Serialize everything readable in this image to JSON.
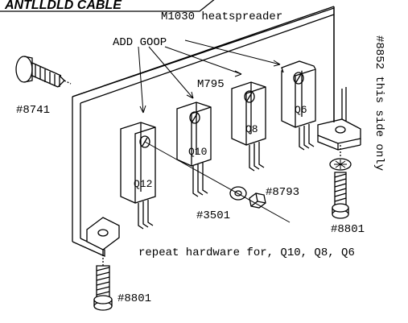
{
  "title_fragment": "ANTLLDLD CABLE",
  "heatspreader_label": "M1030 heatspreader",
  "goop_label": "ADD GOOP",
  "ic_label": "M795",
  "transistors": [
    "Q12",
    "Q10",
    "Q8",
    "Q6"
  ],
  "parts": {
    "screw_left": "#8741",
    "spacer_side": "#8852 this side only",
    "screw_right": "#8801",
    "nut": "#8793",
    "washer": "#3501",
    "screw_bottom": "#8801"
  },
  "note": "repeat  hardware for, Q10, Q8, Q6"
}
